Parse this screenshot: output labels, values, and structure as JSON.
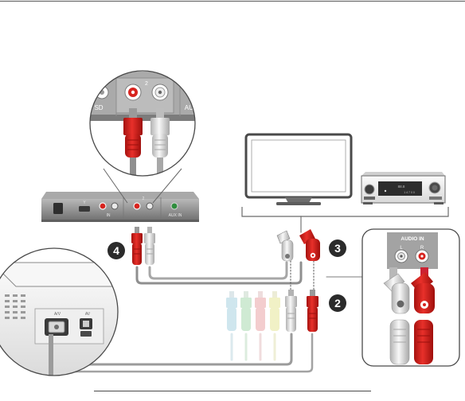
{
  "hub": {
    "input_label": "IN",
    "small_port_label": "Y",
    "aux_label": "AUX IN",
    "jack_number": "2",
    "zoom_left_label": "SD",
    "zoom_right_label": "AUX",
    "zoom_number": "2"
  },
  "receiver": {
    "display_line_1": "88.8",
    "display_line_2": "1 4 7 0 0"
  },
  "audio_panel": {
    "title": "AUDIO IN",
    "left": "L",
    "right": "R"
  },
  "console": {
    "port_label_1": "A/V",
    "port_label_2": "AV"
  },
  "badges": [
    "2",
    "3",
    "4"
  ],
  "colors": {
    "red": "#d7231e",
    "white_plug": "#e4e4e4",
    "cable": "#9a9a9a",
    "device": "#8c8c8c",
    "badge": "#2b2b2b",
    "component_faded": [
      "#cfe6ee",
      "#cfead3",
      "#f3cdce",
      "#f1f1c6"
    ]
  }
}
